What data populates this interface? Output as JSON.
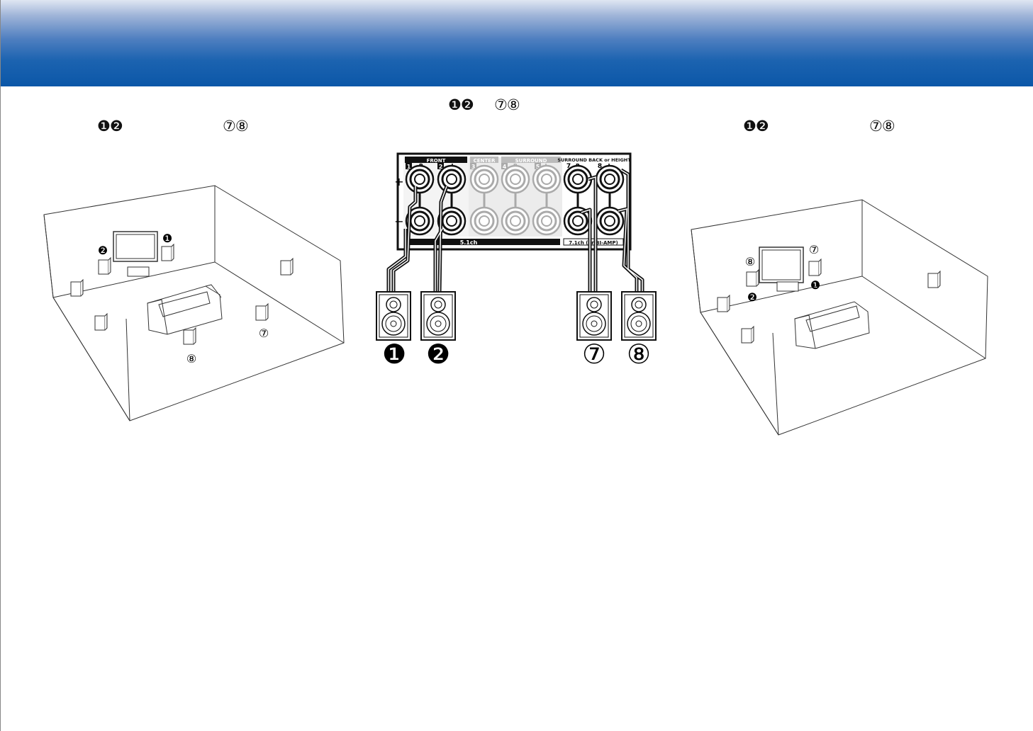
{
  "captions": {
    "center_front": "❶❷",
    "center_back": "⑦⑧",
    "left_front": "❶❷",
    "left_back": "⑦⑧",
    "right_front": "❶❷",
    "right_back": "⑦⑧"
  },
  "panel": {
    "front": "FRONT",
    "center": "CENTER",
    "surround": "SURROUND",
    "surround_back": "SURROUND BACK or HEIGHT",
    "ch1": "1",
    "ch2": "2",
    "ch3": "3",
    "ch4": "4",
    "ch5": "5",
    "ch7": "7",
    "ch8": "8",
    "r": "R",
    "l": "L",
    "plus": "+",
    "minus": "−",
    "bar_51": "5.1ch",
    "bar_71": "7.1ch (or BI-AMP)"
  },
  "speaker_labels": {
    "s1": "❶",
    "s2": "❷",
    "s7": "⑦",
    "s8": "⑧"
  },
  "room_left_labels": {
    "a": "❶",
    "b": "❷",
    "c": "⑦",
    "d": "⑧"
  },
  "room_right_labels": {
    "a": "⑦",
    "b": "⑧",
    "c": "❷",
    "d": "❶"
  },
  "colors": {
    "header_top": "#dfe6f2",
    "header_bottom": "#0b57a8",
    "line": "#111111",
    "grey": "#b8b8b8"
  }
}
